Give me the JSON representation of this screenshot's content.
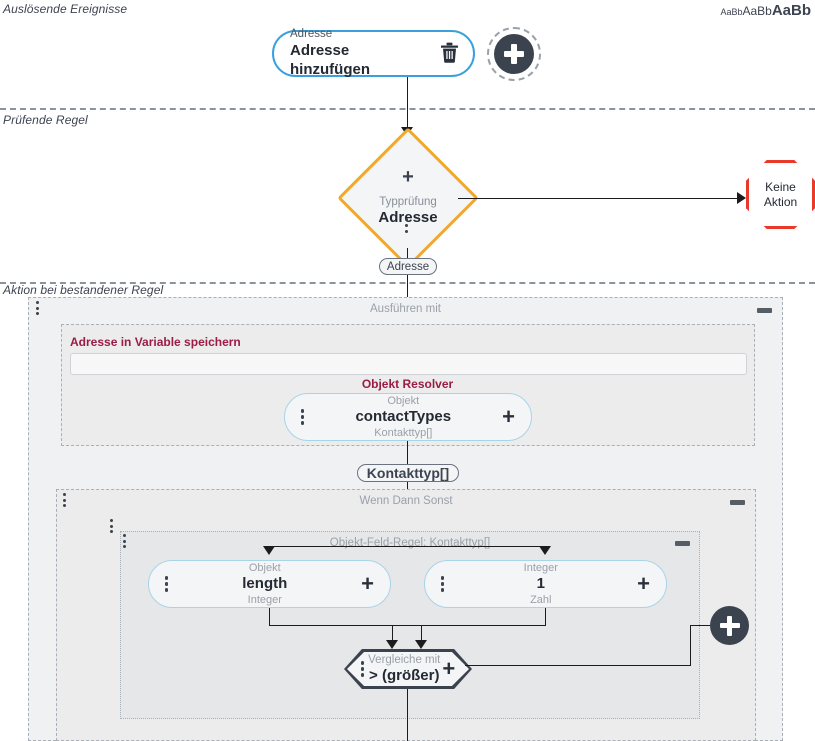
{
  "typography_sample": {
    "small": "AaBb",
    "medium": "AaBb",
    "large": "AaBb"
  },
  "lanes": [
    {
      "label": "Auslösende Ereignisse"
    },
    {
      "label": "Prüfende Regel"
    },
    {
      "label": "Aktion bei bestandener Regel"
    }
  ],
  "trigger": {
    "node": {
      "sub": "Adresse",
      "title": "Adresse hinzufügen",
      "delete_icon": "trash-icon"
    },
    "add_button": {
      "icon": "plus-icon"
    }
  },
  "rule": {
    "diamond": {
      "plus": "+",
      "sub": "Typprüfung",
      "title": "Adresse",
      "menu_icon": "kebab-menu-icon"
    },
    "output_token": "Adresse",
    "no_action": {
      "line1": "Keine",
      "line2": "Aktion"
    }
  },
  "action": {
    "execute_container": {
      "title": "Ausführen mit",
      "collapse_icon": "minus-icon",
      "drag_icon": "drag-handle-icon"
    },
    "variable_field": {
      "label": "Adresse in Variable speichern",
      "value": "",
      "placeholder": ""
    },
    "resolver": {
      "heading": "Objekt Resolver",
      "node": {
        "sub": "Objekt",
        "title": "contactTypes",
        "type": "Kontakttyp[]",
        "menu_icon": "kebab-menu-icon",
        "plus": "+"
      }
    },
    "resolver_token": "Kontakttyp[]",
    "condition_container": {
      "title": "Wenn Dann Sonst",
      "collapse_icon": "minus-icon",
      "drag_icon": "drag-handle-icon"
    },
    "field_rule_container": {
      "title": "Objekt-Feld-Regel: Kontakttyp[]",
      "collapse_icon": "minus-icon",
      "drag_icon": "drag-handle-icon"
    },
    "operands": [
      {
        "sub": "Objekt",
        "title": "length",
        "type": "Integer",
        "menu_icon": "kebab-menu-icon",
        "plus": "+"
      },
      {
        "sub": "Integer",
        "title": "1",
        "type": "Zahl",
        "menu_icon": "kebab-menu-icon",
        "plus": "+"
      }
    ],
    "comparison": {
      "sub": "Vergleiche mit",
      "title": "> (größer)",
      "menu_icon": "kebab-menu-icon",
      "plus": "+"
    },
    "side_add_button": {
      "icon": "plus-icon"
    }
  },
  "colors": {
    "trigger_border": "#3aa0dd",
    "rule_border": "#f2a92b",
    "stop_border": "#e8392b",
    "object_border": "#a8d4e8",
    "label_accent": "#9b1c44",
    "dark": "#3b434e"
  }
}
